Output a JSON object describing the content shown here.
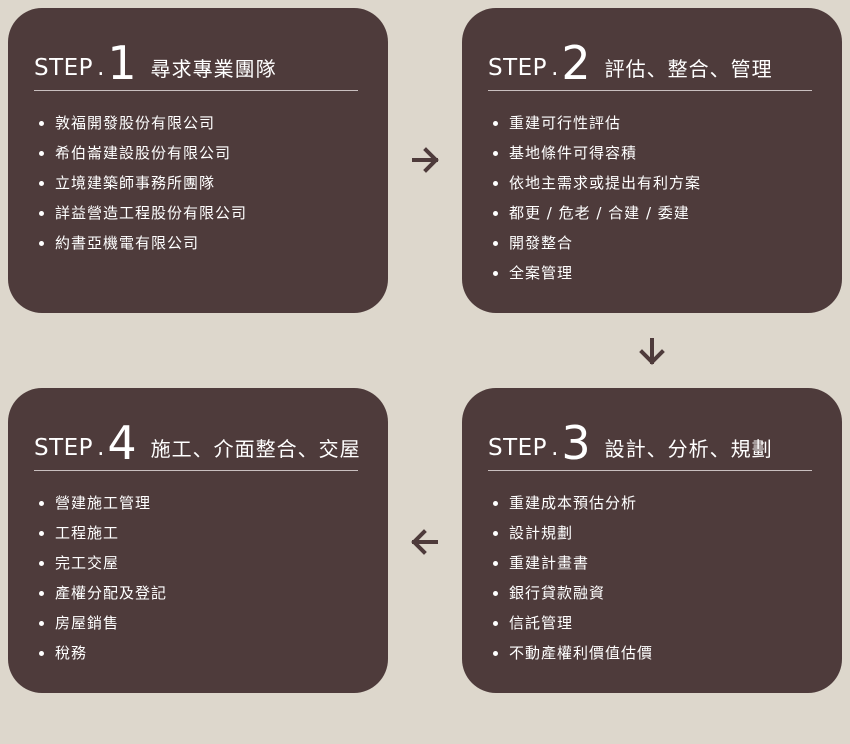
{
  "steps": [
    {
      "word": "STEP",
      "dot": ".",
      "number": "1",
      "title": "尋求專業團隊",
      "items": [
        "敦福開發股份有限公司",
        "希伯崙建設股份有限公司",
        "立境建築師事務所團隊",
        "詳益營造工程股份有限公司",
        "約書亞機電有限公司"
      ]
    },
    {
      "word": "STEP",
      "dot": ".",
      "number": "2",
      "title": "評估、整合、管理",
      "items": [
        "重建可行性評估",
        "基地條件可得容積",
        "依地主需求或提出有利方案",
        "都更 / 危老 / 合建 / 委建",
        "開發整合",
        "全案管理"
      ]
    },
    {
      "word": "STEP",
      "dot": ".",
      "number": "3",
      "title": "設計、分析、規劃",
      "items": [
        "重建成本預估分析",
        "設計規劃",
        "重建計畫書",
        "銀行貸款融資",
        "信託管理",
        "不動產權利價值估價"
      ]
    },
    {
      "word": "STEP",
      "dot": ".",
      "number": "4",
      "title": "施工、介面整合、交屋",
      "items": [
        "營建施工管理",
        "工程施工",
        "完工交屋",
        "產權分配及登記",
        "房屋銷售",
        "稅務"
      ]
    }
  ],
  "icons": {
    "flow_1_to_2": "arrow-right-icon",
    "flow_2_to_3": "arrow-down-icon",
    "flow_3_to_4": "arrow-left-icon"
  },
  "colors": {
    "background": "#ddd7cc",
    "card": "#4e3b3b",
    "text": "#ffffff",
    "arrow": "#4e3b3b"
  }
}
